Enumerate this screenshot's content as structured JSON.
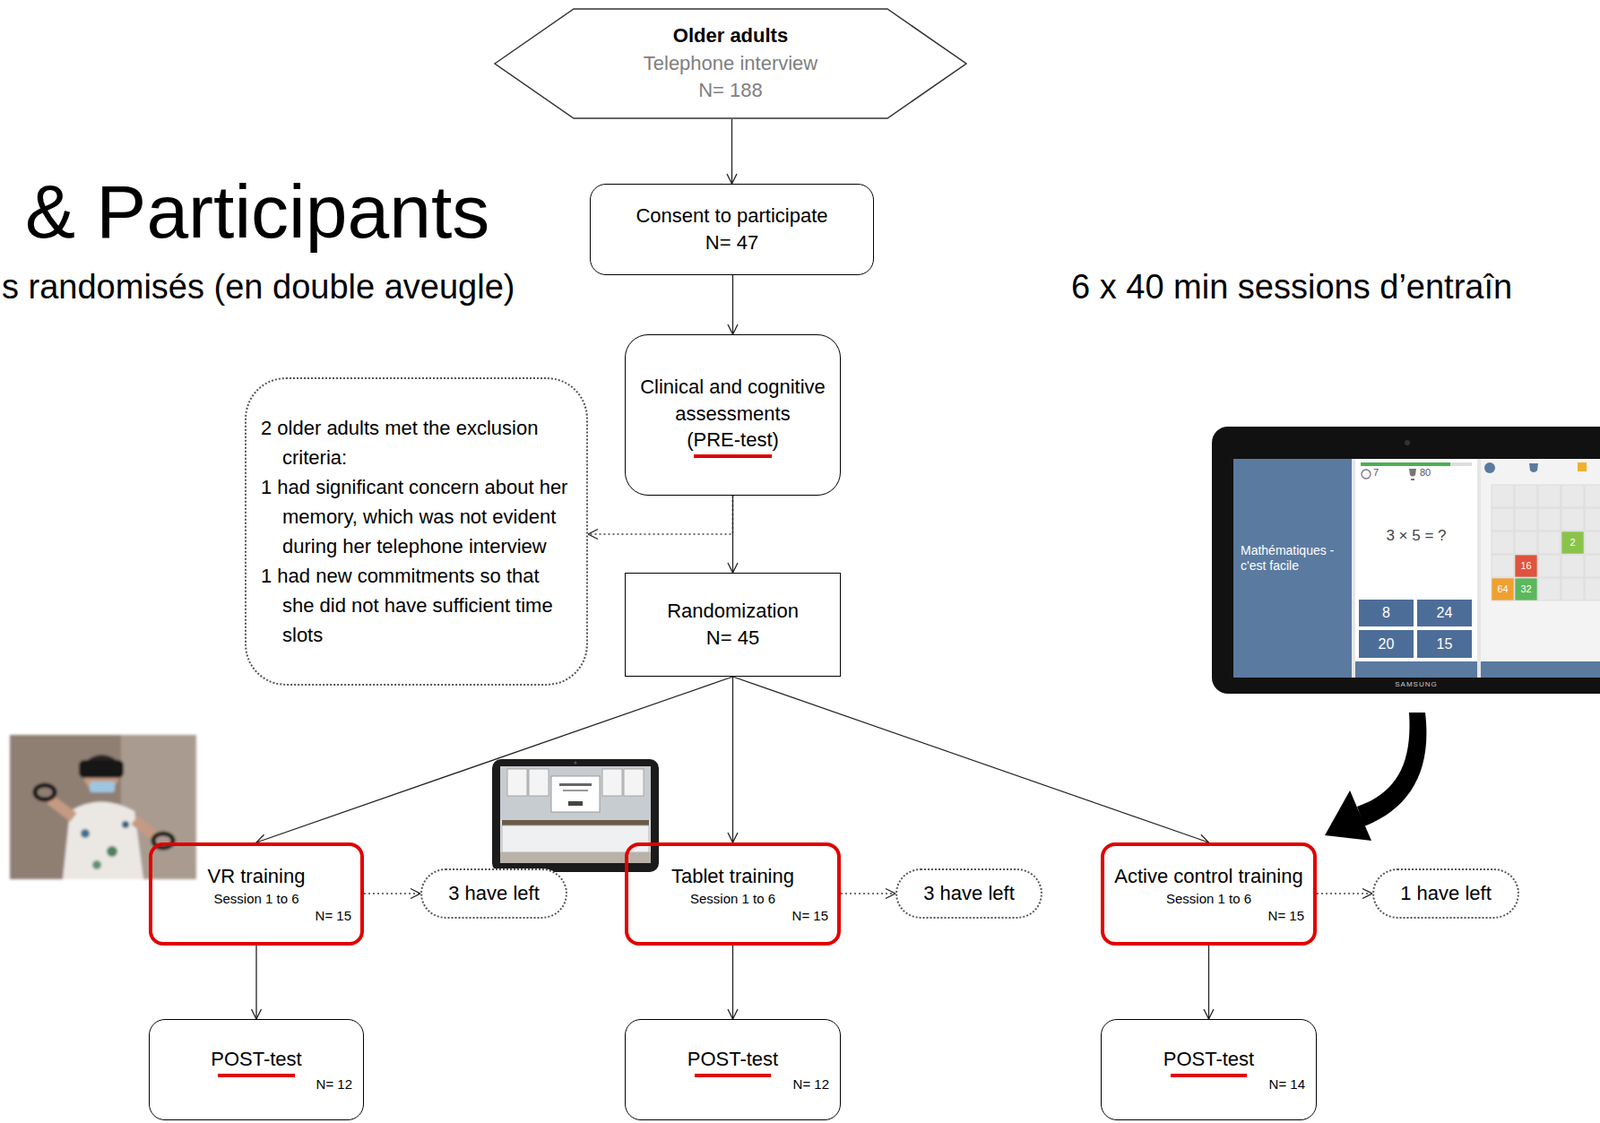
{
  "diagram": {
    "nodes": [
      {
        "text": [
          "Older adults",
          "Telephone interview",
          "N= 188"
        ]
      },
      {
        "text": [
          "Consent to participate",
          "N= 47"
        ]
      },
      {
        "text": [
          "Clinical and cognitive assessments",
          "(PRE-test)"
        ]
      },
      {
        "text": [
          "2 older adults met the exclusion criteria:",
          "1 had significant concern about her memory, which was not evident during her telephone interview",
          "1 had new commitments so that she did not have sufficient time slots"
        ]
      },
      {
        "text": [
          "Randomization",
          "N= 45"
        ]
      },
      {
        "text": [
          "VR training",
          "Session 1 to 6",
          "N= 15"
        ]
      },
      {
        "text": [
          "3 have left"
        ]
      },
      {
        "text": [
          "Tablet training",
          "Session 1 to 6",
          "N= 15"
        ]
      },
      {
        "text": [
          "3 have left"
        ]
      },
      {
        "text": [
          "Active control training",
          "Session 1 to 6",
          "N= 15"
        ]
      },
      {
        "text": [
          "1 have left"
        ]
      },
      {
        "text": [
          "POST-test",
          "N= 12"
        ]
      },
      {
        "text": [
          "POST-test",
          "N= 12"
        ]
      },
      {
        "text": [
          "POST-test",
          "N= 14"
        ]
      }
    ],
    "edges": [
      {
        "from": 0,
        "to": 1,
        "arrow": "to"
      },
      {
        "from": 1,
        "to": 2,
        "arrow": "to"
      },
      {
        "from": 2,
        "to": 3,
        "arrow": "to"
      },
      {
        "from": 2,
        "to": 4,
        "arrow": "to"
      },
      {
        "from": 4,
        "to": 5,
        "arrow": "to"
      },
      {
        "from": 4,
        "to": 7,
        "arrow": "to"
      },
      {
        "from": 4,
        "to": 9,
        "arrow": "to"
      },
      {
        "from": 5,
        "to": 6,
        "arrow": "to"
      },
      {
        "from": 7,
        "to": 8,
        "arrow": "to"
      },
      {
        "from": 9,
        "to": 10,
        "arrow": "to"
      },
      {
        "from": 5,
        "to": 11,
        "arrow": "to"
      },
      {
        "from": 7,
        "to": 12,
        "arrow": "to"
      },
      {
        "from": 9,
        "to": 13,
        "arrow": "to"
      }
    ],
    "labels": [
      "& Participants",
      "s randomisés (en double aveugle)",
      "6 x 40 min sessions d’entraîn",
      "Mathématiques - c'est facile",
      "3 × 5 = ?",
      "8",
      "24",
      "20",
      "15",
      "7",
      "80",
      "2",
      "16",
      "64",
      "32",
      "SAMSUNG"
    ]
  }
}
